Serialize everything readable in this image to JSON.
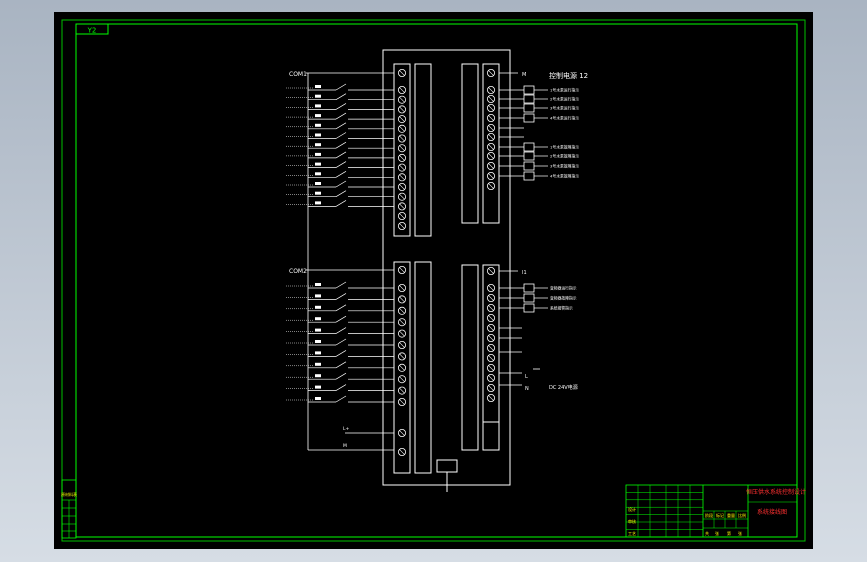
{
  "drawing": {
    "sheet_tag": "Y2",
    "left_strip_label": "原材料表",
    "plc_top": {
      "common_label": "COM1",
      "output_title": "控制电源 12",
      "output_top_terminal": "M",
      "input_count": 13,
      "output_labels": [
        "1号水泵运行指示",
        "2号水泵运行指示",
        "3号水泵运行指示",
        "4号水泵运行指示",
        "1号水泵故障指示",
        "2号水泵故障指示",
        "3号水泵故障指示",
        "4号水泵故障指示"
      ]
    },
    "plc_bottom": {
      "common_label": "COM2",
      "output_top_terminal": "I1",
      "input_count": 11,
      "output_labels": [
        "变频器运行指示",
        "变频器故障指示",
        "系统报警指示"
      ],
      "bottom_marks": [
        "L",
        "N"
      ],
      "aux_label": "DC 24V电源",
      "power_marks": [
        "L+",
        "M"
      ]
    },
    "title_block": {
      "project_title": "恒压供水系统控制设计",
      "drawing_title": "系统接线图",
      "row_labels": [
        "设计",
        "审核",
        "工艺"
      ],
      "col_labels": [
        "阶段",
        "标记",
        "重量",
        "比例"
      ],
      "footer_labels": [
        "共",
        "张",
        "第",
        "张"
      ]
    }
  }
}
